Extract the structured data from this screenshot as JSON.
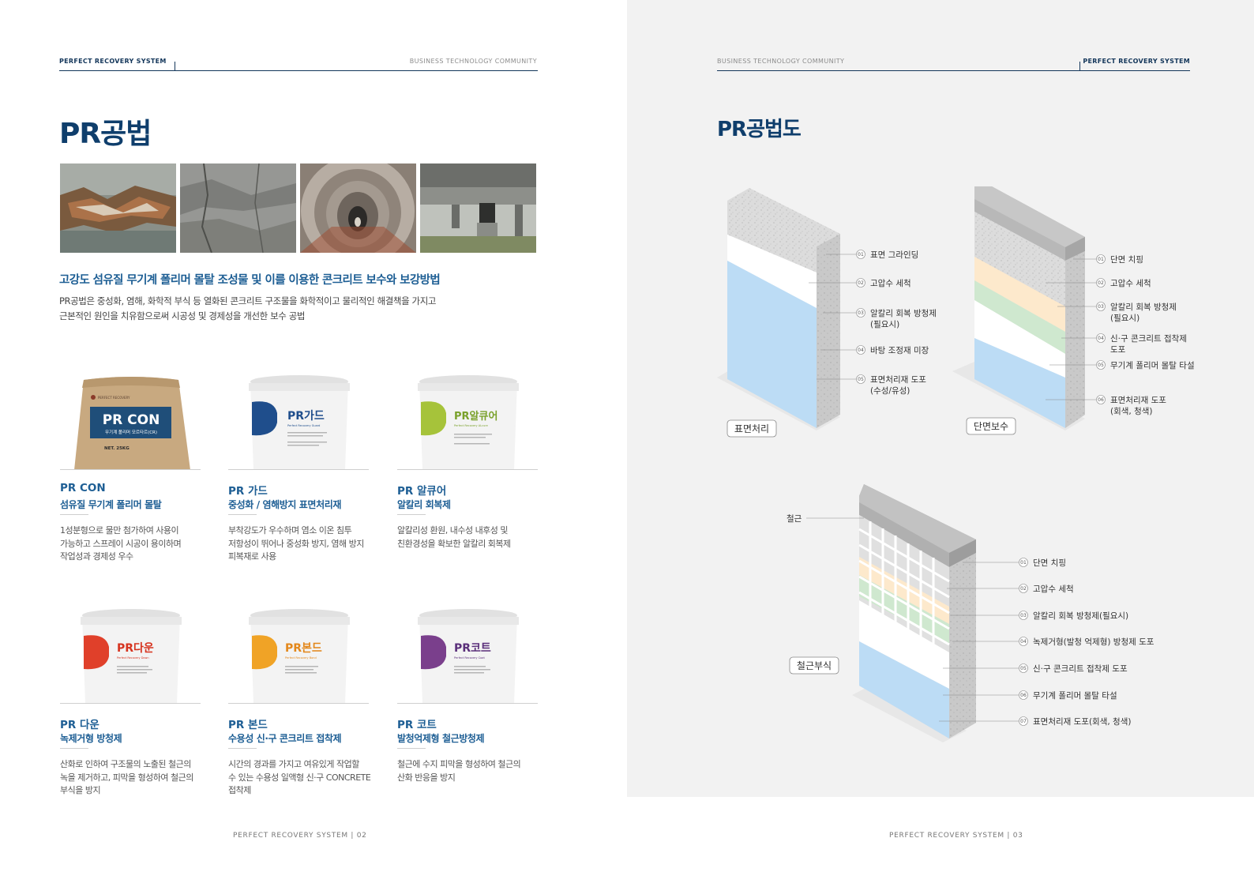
{
  "left_page": {
    "header_left": "PERFECT RECOVERY SYSTEM",
    "header_right": "BUSINESS TECHNOLOGY COMMUNITY",
    "title": "PR공법",
    "subtitle": "고강도 섬유질 무기계 폴리머 몰탈 조성물 및 이를 이용한 콘크리트 보수와 보강방법",
    "description": [
      "PR공법은 중성화, 염해, 화학적 부식 등 열화된 콘크리트 구조물을 화학적이고 물리적인 해결책을 가지고",
      "근본적인 원인을 치유함으로써 시공성 및 경제성을 개선한 보수 공법"
    ],
    "products": [
      {
        "name": "PR CON",
        "category": "섬유질 무기계 폴리머 몰탈",
        "desc": [
          "1성분형으로 물만 첨가하여 사용이",
          "가능하고 스프레이 시공이 용이하며",
          "작업성과 경제성 우수"
        ],
        "pkg_brand": "PR CON",
        "pkg_sub": "무기계 폴리머 모르타르(CR)",
        "pkg_weight": "NET. 25KG"
      },
      {
        "name": "PR 가드",
        "category": "중성화 / 염해방지 표면처리재",
        "desc": [
          "부착강도가 우수하며 염소 이온 침투",
          "저항성이 뛰어나 중성화 방지, 염해 방지",
          "피복재로 사용"
        ],
        "pkg_brand": "PR가드",
        "pkg_en": "Perfect Recovery Guard"
      },
      {
        "name": "PR 알큐어",
        "category": "알칼리 회복제",
        "desc": [
          "알칼리성 환원, 내수성 내후성 및",
          "친환경성을 확보한 알칼리 회복제"
        ],
        "pkg_brand": "PR알큐어",
        "pkg_en": "Perfect Recovery ALcure"
      },
      {
        "name": "PR 다운",
        "category": "녹제거형 방청제",
        "desc": [
          "산화로 인하여 구조물의 노출된 철근의",
          "녹을 제거하고, 피막을 형성하여 철근의",
          "부식을 방지"
        ],
        "pkg_brand": "PR다운",
        "pkg_en": "Perfect Recovery Down"
      },
      {
        "name": "PR 본드",
        "category": "수용성 신·구 콘크리트 접착제",
        "desc": [
          "시간의 경과를 가지고 여유있게 작업할",
          "수 있는 수용성 일액형 신·구 CONCRETE",
          "접착제"
        ],
        "pkg_brand": "PR본드",
        "pkg_en": "Perfect Recovery Bond"
      },
      {
        "name": "PR 코트",
        "category": "발청억제형 철근방청제",
        "desc": [
          "철근에 수지 피막을 형성하여 철근의",
          "산화 반응을 방지"
        ],
        "pkg_brand": "PR코트",
        "pkg_en": "Perfect Recovery Coat"
      }
    ],
    "footer": "PERFECT RECOVERY SYSTEM   |   02"
  },
  "right_page": {
    "header_left": "BUSINESS TECHNOLOGY COMMUNITY",
    "header_right": "PERFECT RECOVERY SYSTEM",
    "title": "PR공법도",
    "diagram_surface": {
      "label": "표면처리",
      "steps": [
        {
          "no": "01",
          "lines": [
            "표면 그라인딩"
          ]
        },
        {
          "no": "02",
          "lines": [
            "고압수 세척"
          ]
        },
        {
          "no": "03",
          "lines": [
            "알칼리 회복 방청제",
            "(필요시)"
          ]
        },
        {
          "no": "04",
          "lines": [
            "바탕 조정재 미장"
          ]
        },
        {
          "no": "05",
          "lines": [
            "표면처리재 도포",
            "(수성/유성)"
          ]
        }
      ]
    },
    "diagram_section": {
      "label": "단면보수",
      "steps": [
        {
          "no": "01",
          "lines": [
            "단면 치핑"
          ]
        },
        {
          "no": "02",
          "lines": [
            "고압수 세척"
          ]
        },
        {
          "no": "03",
          "lines": [
            "알칼리 회복 방청제",
            "(필요시)"
          ]
        },
        {
          "no": "04",
          "lines": [
            "신·구 콘크리트 접착제",
            "도포"
          ]
        },
        {
          "no": "05",
          "lines": [
            "무기계 폴리머 몰탈 타설"
          ]
        },
        {
          "no": "06",
          "lines": [
            "표면처리재 도포",
            "(회색, 청색)"
          ]
        }
      ]
    },
    "diagram_rebar": {
      "label": "철근부식",
      "rebar_label": "철근",
      "steps": [
        {
          "no": "01",
          "lines": [
            "단면 치핑"
          ]
        },
        {
          "no": "02",
          "lines": [
            "고압수 세척"
          ]
        },
        {
          "no": "03",
          "lines": [
            "알칼리 회복 방청제(필요시)"
          ]
        },
        {
          "no": "04",
          "lines": [
            "녹제거형(발청 억제형) 방청제 도포"
          ]
        },
        {
          "no": "05",
          "lines": [
            "신·구 콘크리트 접착제 도포"
          ]
        },
        {
          "no": "06",
          "lines": [
            "무기계 폴리머 몰탈 타설"
          ]
        },
        {
          "no": "07",
          "lines": [
            "표면처리재 도포(회색, 청색)"
          ]
        }
      ]
    },
    "footer": "PERFECT RECOVERY SYSTEM   |   03"
  },
  "colors": {
    "navy": "#0f3e6c",
    "accent_blue": "#1d5e94",
    "layer_blue": "#bcdcf5",
    "layer_cream": "#fde9cc",
    "layer_green": "#cfe8cf",
    "concrete": "#d9d9d9"
  }
}
